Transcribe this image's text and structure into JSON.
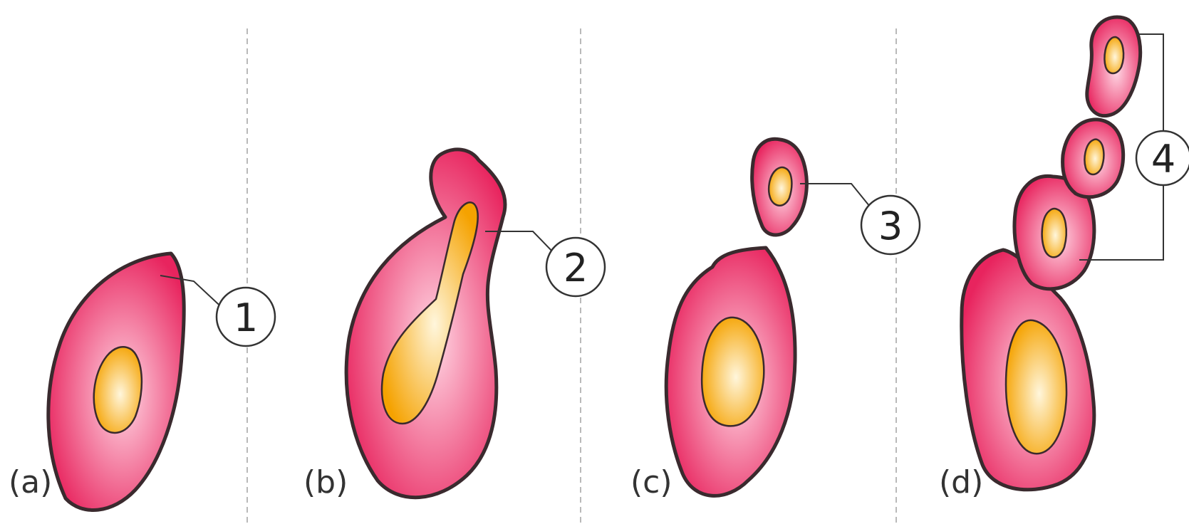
{
  "colors": {
    "cell_outer": "#e8245e",
    "cell_inner": "#ffd7e4",
    "nucleus_outer": "#f5a200",
    "nucleus_inner": "#fff6dc",
    "outline": "#3a2a2e",
    "divider": "#b9b9b9"
  },
  "panels": [
    {
      "label": "(a)",
      "callout": "1"
    },
    {
      "label": "(b)",
      "callout": "2"
    },
    {
      "label": "(c)",
      "callout": "3"
    },
    {
      "label": "(d)",
      "callout": "4"
    }
  ]
}
